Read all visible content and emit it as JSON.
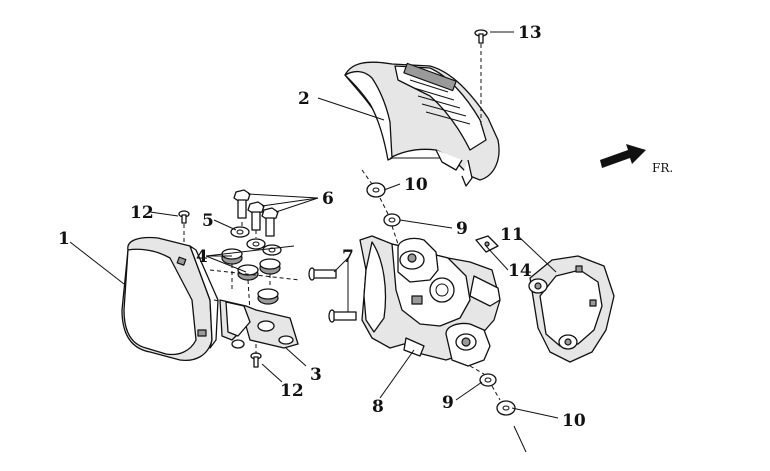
{
  "diagram": {
    "direction_label": "FR.",
    "callouts": {
      "c1": "1",
      "c2": "2",
      "c3": "3",
      "c4": "4",
      "c5": "5",
      "c6": "6",
      "c7": "7",
      "c8": "8",
      "c9a": "9",
      "c9b": "9",
      "c10a": "10",
      "c10b": "10",
      "c11": "11",
      "c12a": "12",
      "c12b": "12",
      "c13": "13",
      "c14": "14"
    }
  }
}
